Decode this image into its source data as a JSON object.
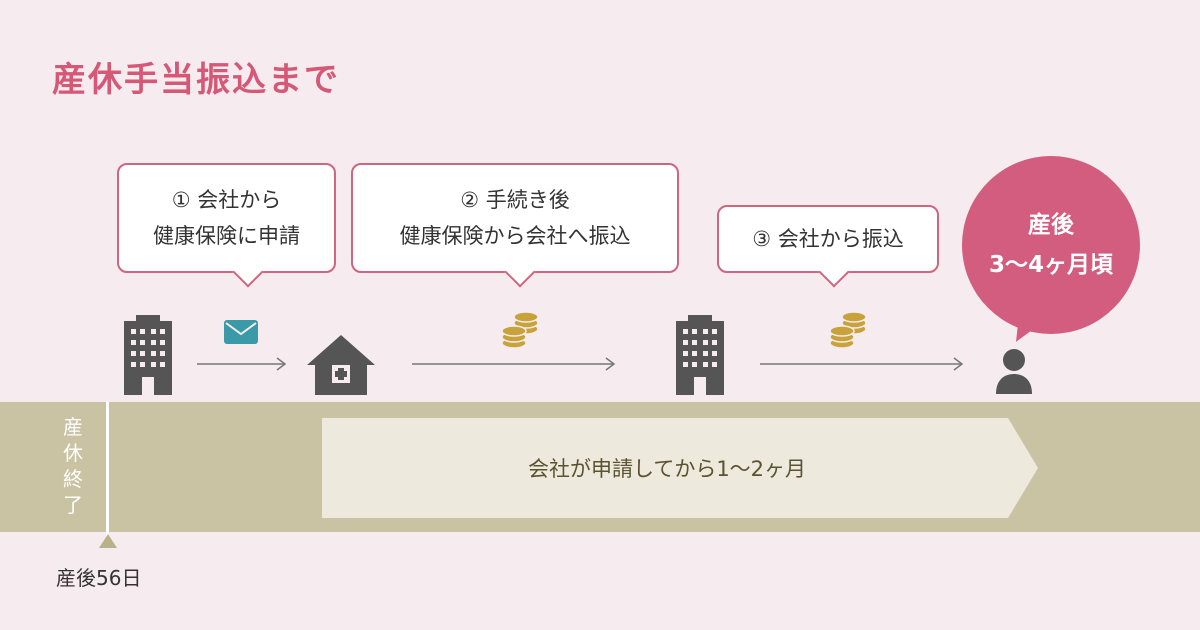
{
  "title": "産休手当振込まで",
  "steps": [
    {
      "line1": "① 会社から",
      "line2": "健康保険に申請"
    },
    {
      "line1": "② 手続き後",
      "line2": "健康保険から会社へ振込"
    },
    {
      "line1": "③ 会社から振込"
    }
  ],
  "goal": {
    "line1": "産後",
    "line2": "3〜4ヶ月頃"
  },
  "timeline": {
    "start_label": [
      "産",
      "休",
      "終",
      "了"
    ],
    "start_day": "産後56日",
    "duration": "会社が申請してから1〜2ヶ月"
  },
  "colors": {
    "background": "#f6ecef",
    "accent": "#d35d7e",
    "band": "#c9c3a3",
    "icon": "#555555",
    "coin": "#c8a23a",
    "mail": "#3a9aa8"
  },
  "icons": [
    "building-icon",
    "mail-icon",
    "hospital-icon",
    "coins-icon",
    "building-icon",
    "coins-icon",
    "person-icon"
  ]
}
